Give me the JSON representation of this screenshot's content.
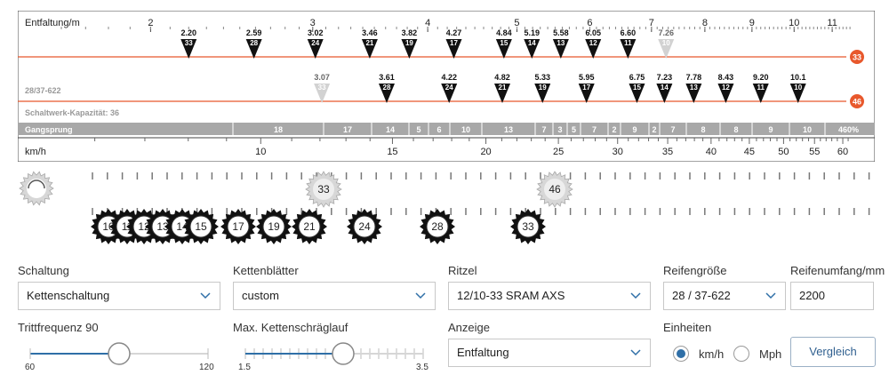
{
  "chart": {
    "title": "Entfaltung/m",
    "top_scale": [
      2,
      3,
      4,
      5,
      6,
      7,
      8,
      9,
      10,
      11
    ],
    "rows": [
      {
        "chainring": "33",
        "color": "#e8582c",
        "markers": [
          {
            "value": "2.20",
            "teeth": "33",
            "active": true
          },
          {
            "value": "2.59",
            "teeth": "28",
            "active": true
          },
          {
            "value": "3.02",
            "teeth": "24",
            "active": true
          },
          {
            "value": "3.46",
            "teeth": "21",
            "active": true
          },
          {
            "value": "3.82",
            "teeth": "19",
            "active": true
          },
          {
            "value": "4.27",
            "teeth": "17",
            "active": true
          },
          {
            "value": "4.84",
            "teeth": "15",
            "active": true
          },
          {
            "value": "5.19",
            "teeth": "14",
            "active": true
          },
          {
            "value": "5.58",
            "teeth": "13",
            "active": true
          },
          {
            "value": "6.05",
            "teeth": "12",
            "active": true
          },
          {
            "value": "6.60",
            "teeth": "11",
            "active": true
          },
          {
            "value": "7.26",
            "teeth": "10",
            "active": false
          }
        ]
      },
      {
        "chainring": "46",
        "color": "#e8582c",
        "markers": [
          {
            "value": "3.07",
            "teeth": "33",
            "active": false
          },
          {
            "value": "3.61",
            "teeth": "28",
            "active": true
          },
          {
            "value": "4.22",
            "teeth": "24",
            "active": true
          },
          {
            "value": "4.82",
            "teeth": "21",
            "active": true
          },
          {
            "value": "5.33",
            "teeth": "19",
            "active": true
          },
          {
            "value": "5.95",
            "teeth": "17",
            "active": true
          },
          {
            "value": "6.75",
            "teeth": "15",
            "active": true
          },
          {
            "value": "7.23",
            "teeth": "14",
            "active": true
          },
          {
            "value": "7.78",
            "teeth": "13",
            "active": true
          },
          {
            "value": "8.43",
            "teeth": "12",
            "active": true
          },
          {
            "value": "9.20",
            "teeth": "11",
            "active": true
          },
          {
            "value": "10.1",
            "teeth": "10",
            "active": true
          }
        ]
      }
    ],
    "tire_label": "28/37-622",
    "capacity_label": "Schaltwerk-Kapazität: 36",
    "gangsprung_label": "Gangsprung",
    "gangsprung_values": [
      "18",
      "17",
      "14",
      "5",
      "6",
      "10",
      "13",
      "7",
      "3",
      "5",
      "7",
      "2",
      "9",
      "2",
      "7",
      "8",
      "8",
      "9",
      "10"
    ],
    "gangsprung_total": "460%",
    "speed_label": "km/h",
    "speed_scale": [
      10,
      15,
      20,
      25,
      30,
      35,
      40,
      45,
      50,
      55,
      60
    ]
  },
  "gears": {
    "chainrings": [
      "33",
      "46"
    ],
    "sprockets": [
      "10",
      "11",
      "12",
      "13",
      "14",
      "15",
      "17",
      "19",
      "21",
      "24",
      "28",
      "33"
    ]
  },
  "controls": {
    "schaltung": {
      "label": "Schaltung",
      "value": "Kettenschaltung"
    },
    "kettenblaetter": {
      "label": "Kettenblätter",
      "value": "custom"
    },
    "ritzel": {
      "label": "Ritzel",
      "value": "12/10-33 SRAM AXS"
    },
    "reifengroesse": {
      "label": "Reifengröße",
      "value": "28 / 37-622"
    },
    "reifenumfang": {
      "label": "Reifenumfang/mm",
      "value": "2200"
    },
    "trittfrequenz": {
      "label": "Trittfrequenz 90",
      "min": "60",
      "max": "120",
      "value": 90
    },
    "schraeglauf": {
      "label": "Max. Kettenschräglauf",
      "min": "1.5",
      "max": "3.5",
      "value": 2.7
    },
    "anzeige": {
      "label": "Anzeige",
      "value": "Entfaltung"
    },
    "einheiten": {
      "label": "Einheiten",
      "option_kmh": "km/h",
      "option_mph": "Mph",
      "selected": "km/h"
    },
    "compare_button": "Vergleich"
  },
  "colors": {
    "accent": "#2f6fa7",
    "ring": "#e8582c",
    "band": "#a8a8a8"
  }
}
